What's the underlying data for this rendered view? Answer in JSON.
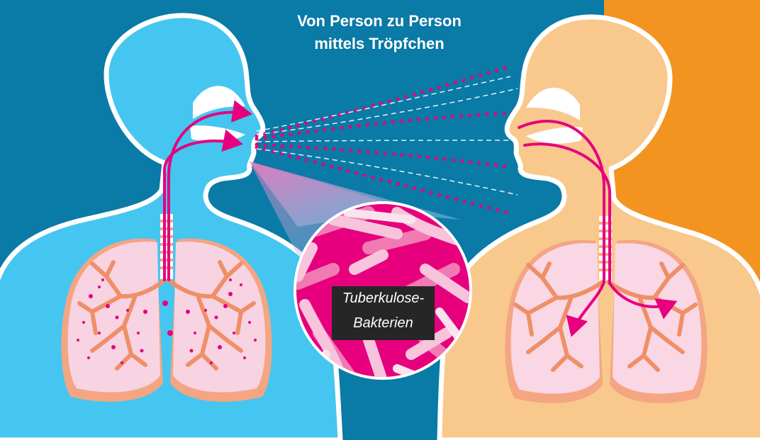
{
  "heading": {
    "line1": "Von Person zu Person",
    "line2": "mittels Tröpfchen"
  },
  "bacteria_label": {
    "line1": "Tuberkulose-",
    "line2": "Bakterien"
  },
  "colors": {
    "background": "#0a7aa6",
    "infected_person": "#45c6f0",
    "healthy_person": "#f8c88d",
    "accent_orange": "#f39420",
    "droplets": "#e6007e",
    "lungs": "#f5cfe0",
    "bronchi": "#ef8f68"
  }
}
